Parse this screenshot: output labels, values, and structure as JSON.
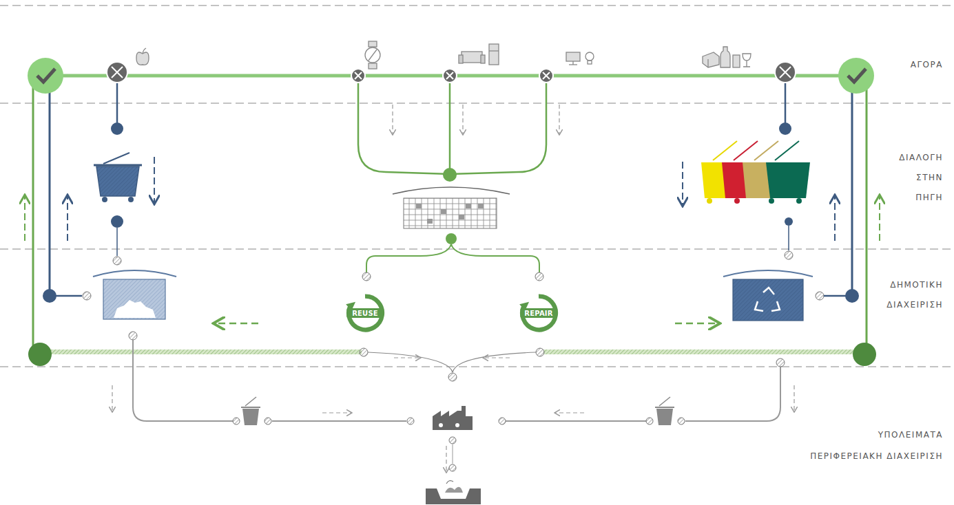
{
  "diagram": {
    "nodes": [
      {
        "text": [
          "REUSE"
        ]
      },
      {
        "text": [
          "REPAIR"
        ]
      }
    ],
    "labels": [
      "ΑΓΟΡΑ",
      "ΔΙΑΛΟΓΗ ΣΤΗΝ ΠΗΓΗ",
      "ΔΗΜΟΤΙΚΗ ΔΙΑΧΕΙΡΙΣΗ",
      "ΥΠΟΛΕΙΜΑΤΑ",
      "ΠΕΡΙΦΕΡΕΙΑΚΗ ΔΙΑΧΕΙΡΙΣΗ"
    ]
  }
}
